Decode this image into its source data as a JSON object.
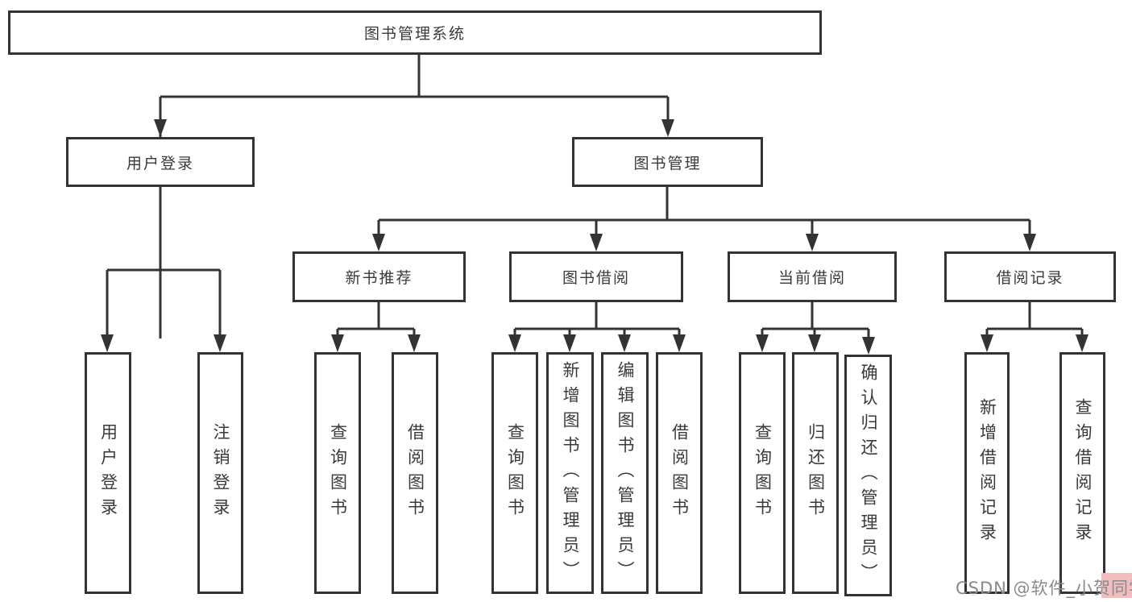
{
  "diagram_title": "图书管理系统",
  "colors": {
    "line": "#333333",
    "box_border": "#333333",
    "box_fill": "#ffffff",
    "text": "#3a3a3a",
    "watermark_text": "#8a8a8a",
    "watermark_highlight": "#f2bdbf"
  },
  "hierarchy_note": "图书管理系统 → (用户登录, 图书管理); 用户登录 → (用户登录, 注销登录); 图书管理 → (新书推荐, 图书借阅, 当前借阅, 借阅记录)",
  "nodes": {
    "root": {
      "label": "图书管理系统"
    },
    "user_login": {
      "label": "用户登录"
    },
    "book_management": {
      "label": "图书管理"
    },
    "new_book_rec": {
      "label": "新书推荐"
    },
    "book_borrow": {
      "label": "图书借阅"
    },
    "current_borrow": {
      "label": "当前借阅"
    },
    "borrow_record": {
      "label": "借阅记录"
    },
    "ul_user_login": {
      "label": "用户登录"
    },
    "ul_logout": {
      "label": "注销登录"
    },
    "nb_query_book": {
      "label": "查询图书"
    },
    "nb_borrow_book": {
      "label": "借阅图书"
    },
    "bb_query_book": {
      "label": "查询图书"
    },
    "bb_add_book": {
      "label": "新增图书（管理员）"
    },
    "bb_edit_book": {
      "label": "编辑图书（管理员）"
    },
    "bb_borrow_book": {
      "label": "借阅图书"
    },
    "cb_query_book": {
      "label": "查询图书"
    },
    "cb_return_book": {
      "label": "归还图书"
    },
    "cb_confirm_return": {
      "label": "确认归还（管理员）"
    },
    "br_add_record": {
      "label": "新增借阅记录"
    },
    "br_query_record": {
      "label": "查询借阅记录"
    }
  },
  "watermark": {
    "text": "CSDN @软件_小贺同学"
  }
}
